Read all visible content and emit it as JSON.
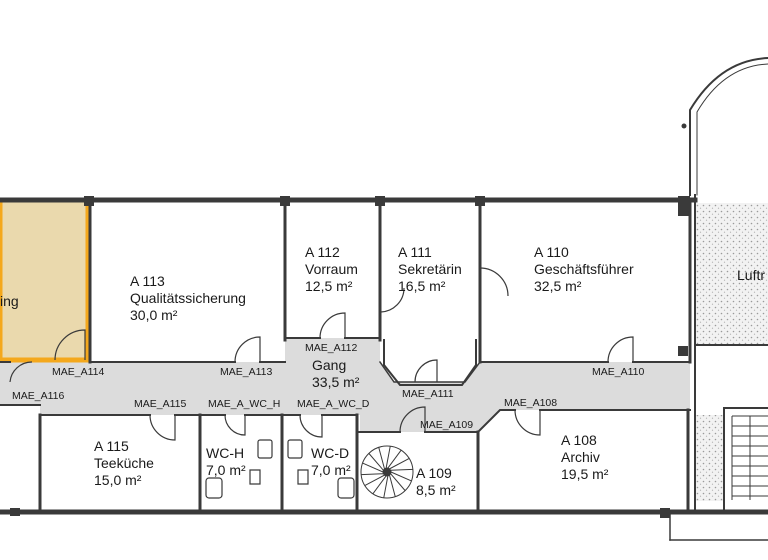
{
  "colors": {
    "highlight_fill": "#ead9ad",
    "highlight_stroke": "#f4a81c",
    "corridor": "#dcdcdc",
    "wall": "#3a3a3a",
    "hatch": "#d8d8d8"
  },
  "rooms": [
    {
      "key": "r0",
      "lines": [
        "ing"
      ]
    },
    {
      "key": "a113",
      "lines": [
        "A 113",
        "Qualitätssicherung",
        "30,0 m²"
      ]
    },
    {
      "key": "a112",
      "lines": [
        "A 112",
        "Vorraum",
        "12,5 m²"
      ]
    },
    {
      "key": "a111",
      "lines": [
        "A 111",
        "Sekretärin",
        "16,5 m²"
      ]
    },
    {
      "key": "a110",
      "lines": [
        "A 110",
        "Geschäftsführer",
        "32,5 m²"
      ]
    },
    {
      "key": "luft",
      "lines": [
        "Luftr"
      ]
    },
    {
      "key": "gang",
      "lines": [
        "Gang",
        "33,5 m²"
      ]
    },
    {
      "key": "a115",
      "lines": [
        "A 115",
        "Teeküche",
        "15,0 m²"
      ]
    },
    {
      "key": "wch",
      "lines": [
        "WC-H",
        "7,0 m²"
      ]
    },
    {
      "key": "wcd",
      "lines": [
        "WC-D",
        "7,0 m²"
      ]
    },
    {
      "key": "a109",
      "lines": [
        "A 109",
        "8,5 m²"
      ]
    },
    {
      "key": "a108",
      "lines": [
        "A 108",
        "Archiv",
        "19,5 m²"
      ]
    }
  ],
  "doors": [
    "MAE_A114",
    "MAE_A116",
    "MAE_A113",
    "MAE_A112",
    "MAE_A115",
    "MAE_A_WC_H",
    "MAE_A_WC_D",
    "MAE_A111",
    "MAE_A109",
    "MAE_A108",
    "MAE_A110"
  ]
}
